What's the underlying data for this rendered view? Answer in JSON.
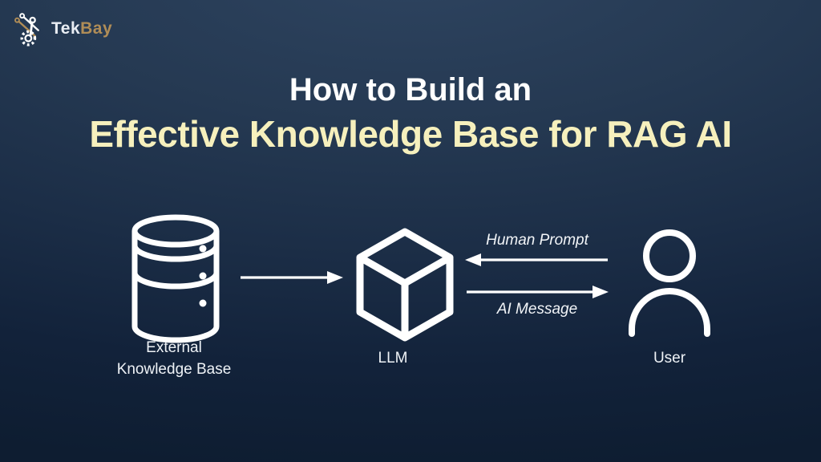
{
  "brand": {
    "icon": "anchor-gear-icon",
    "name_primary": "Tek",
    "name_secondary": "Bay"
  },
  "title": {
    "line1": "How to Build an",
    "line2": "Effective Knowledge Base for RAG AI"
  },
  "diagram": {
    "nodes": [
      {
        "id": "external-knowledge-base",
        "icon": "database-icon",
        "label_line1": "External",
        "label_line2": "Knowledge Base"
      },
      {
        "id": "llm",
        "icon": "cube-icon",
        "label": "LLM"
      },
      {
        "id": "user",
        "icon": "person-icon",
        "label": "User"
      }
    ],
    "edges": [
      {
        "from": "external-knowledge-base",
        "to": "llm",
        "label": "",
        "direction": "right"
      },
      {
        "from": "user",
        "to": "llm",
        "label": "Human Prompt",
        "direction": "left"
      },
      {
        "from": "llm",
        "to": "user",
        "label": "AI Message",
        "direction": "right"
      }
    ]
  },
  "colors": {
    "background_top": "#2e4460",
    "background_bottom": "#0e1d31",
    "title_primary": "#ffffff",
    "title_accent": "#f6f0bd",
    "brand_primary": "#e9edf3",
    "brand_secondary": "#b08d57",
    "icon_stroke": "#ffffff"
  }
}
